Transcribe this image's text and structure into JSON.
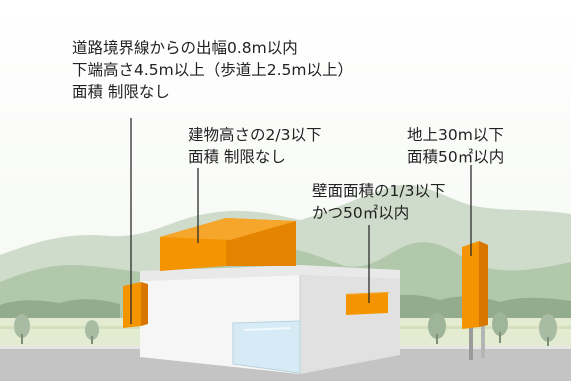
{
  "colors": {
    "sky": "#ffffff",
    "mountain_far": "#c9d8c6",
    "mountain_near": "#a9c2a2",
    "grass": "#dde8c8",
    "road": "#bdbdbd",
    "building_wall": "#f4f4f4",
    "building_shade": "#d7d7d7",
    "sign_orange": "#f29100",
    "sign_orange_dark": "#d97800",
    "leader_line": "#333333",
    "glass": "#cfe6f2"
  },
  "labels": {
    "projecting_sign": {
      "line1": "道路境界線からの出幅0.8m以内",
      "line2": "下端高さ4.5m以上（歩道上2.5m以上）",
      "line3": "面積 制限なし"
    },
    "rooftop_sign": {
      "line1": "建物高さの2/3以下",
      "line2": "面積 制限なし"
    },
    "pole_sign": {
      "line1": "地上30m以下",
      "line2": "面積50㎡以内"
    },
    "wall_sign": {
      "line1": "壁面面積の1/3以下",
      "line2": "かつ50㎡以内"
    }
  }
}
